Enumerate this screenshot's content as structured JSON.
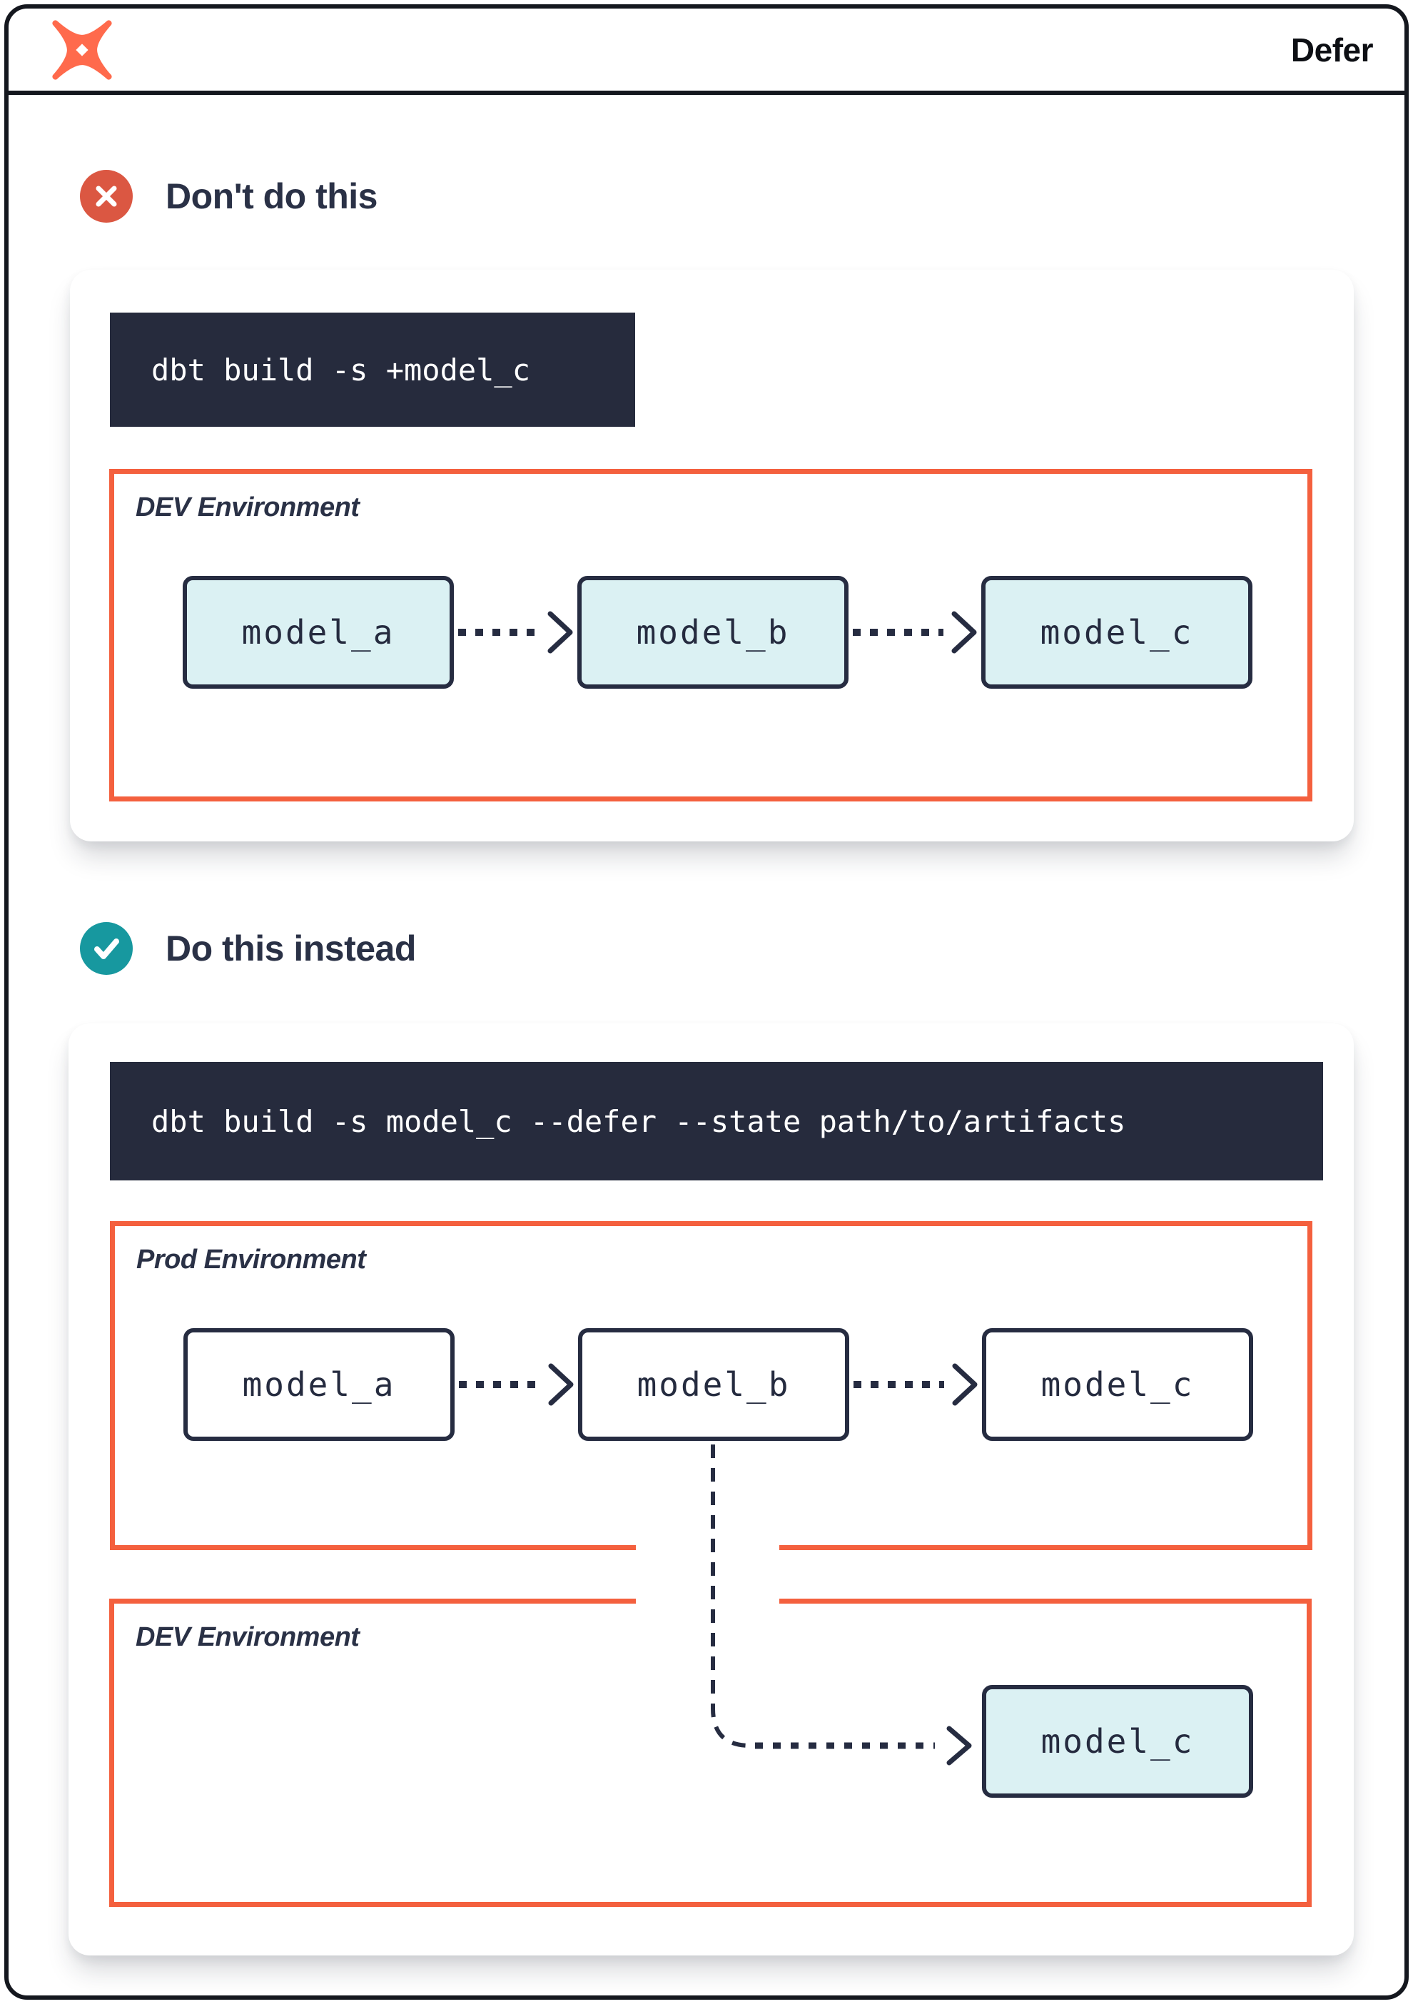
{
  "header": {
    "title": "Defer",
    "logo": "dbt-logo"
  },
  "sections": {
    "dont": {
      "heading": "Don't do this",
      "icon": "x-circle-icon",
      "command": "dbt build -s +model_c",
      "dev_env": {
        "label": "DEV Environment",
        "models": [
          "model_a",
          "model_b",
          "model_c"
        ]
      }
    },
    "do": {
      "heading": "Do this instead",
      "icon": "check-circle-icon",
      "command": "dbt build -s model_c --defer --state path/to/artifacts",
      "prod_env": {
        "label": "Prod Environment",
        "models": [
          "model_a",
          "model_b",
          "model_c"
        ]
      },
      "dev_env": {
        "label": "DEV Environment",
        "models": [
          "model_c"
        ]
      }
    }
  },
  "colors": {
    "accent_coral": "#F4603E",
    "logo_orange": "#FF6A4C",
    "error_red": "#DB5742",
    "success_teal": "#17989F",
    "navy_ink": "#2A3146",
    "code_background": "#262B3D",
    "model_fill_teal": "#DBF1F3",
    "frame_dark": "#14171e"
  }
}
